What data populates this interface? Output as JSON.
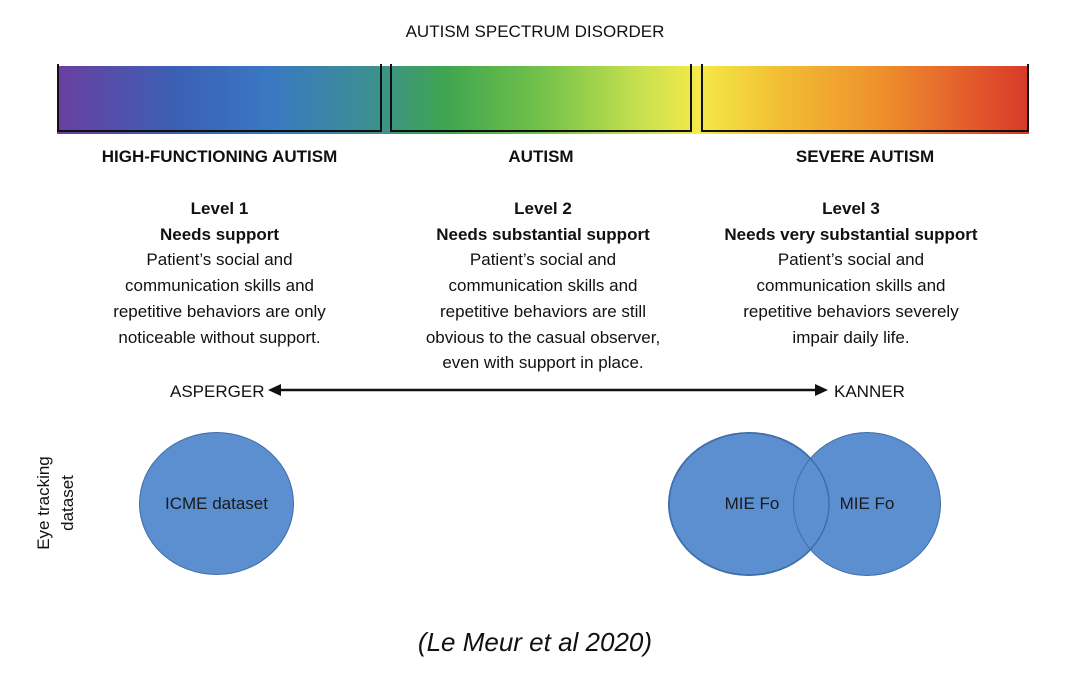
{
  "title": "AUTISM SPECTRUM DISORDER",
  "colors": {
    "bar_gradient": [
      "#6a3fa0",
      "#3a78c2",
      "#3fa54f",
      "#f4ea4a",
      "#ee8f2c",
      "#d7392a"
    ],
    "circle_fill": "#5b8fd0",
    "circle_stroke": "#3f6ea8"
  },
  "categories": [
    {
      "heading": "HIGH-FUNCTIONING AUTISM",
      "level": "Level 1",
      "support": "Needs support",
      "desc_lines": [
        "Patient’s social and",
        "communication skills and",
        "repetitive behaviors are only",
        "noticeable without support."
      ]
    },
    {
      "heading": "AUTISM",
      "level": "Level 2",
      "support": "Needs substantial support",
      "desc_lines": [
        "Patient’s social and",
        "communication skills and",
        "repetitive behaviors are still",
        "obvious to the casual observer,",
        "even with support in place."
      ]
    },
    {
      "heading": "SEVERE AUTISM",
      "level": "Level 3",
      "support": "Needs very substantial support",
      "desc_lines": [
        "Patient’s social and",
        "communication skills and",
        "repetitive behaviors severely",
        "impair daily life."
      ]
    }
  ],
  "arrow": {
    "left_label": "ASPERGER",
    "right_label": "KANNER"
  },
  "datasets": {
    "axis_label_lines": [
      "Eye tracking",
      "dataset"
    ],
    "left": "ICME dataset",
    "right_a": "MIE Fo",
    "right_b": "MIE Fo"
  },
  "citation": "(Le Meur et al 2020)"
}
